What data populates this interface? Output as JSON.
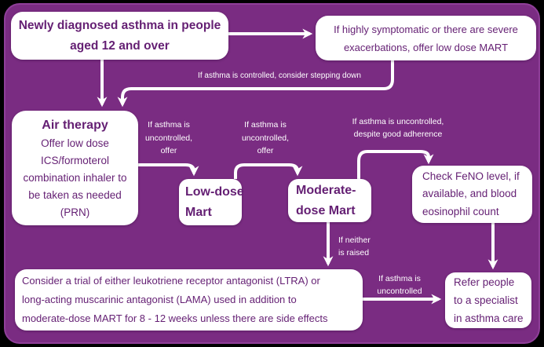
{
  "palette": {
    "page_background": "#000000",
    "canvas_purple": "#7A2C82",
    "canvas_rim": "#8F3F99",
    "box_background": "#FFFFFF",
    "box_text_purple": "#641F73",
    "connector_white": "#FFFFFF",
    "label_text_white": "#FFFFFF"
  },
  "nodes": {
    "newly_diagnosed": {
      "lines": [
        "Newly diagnosed  asthma in people",
        "aged 12 and over"
      ]
    },
    "highly_symptomatic": {
      "lines": [
        "If highly symptomatic or there are severe",
        "exacerbations, offer low dose MART"
      ]
    },
    "air_therapy": {
      "title": "Air therapy",
      "lines": [
        "Offer low dose",
        "ICS/formoterol",
        "combination inhaler to",
        "be taken as needed",
        "(PRN)"
      ]
    },
    "low_dose_mart": {
      "lines": [
        "Low-dose",
        "Mart"
      ]
    },
    "moderate_dose_mart": {
      "lines": [
        "Moderate-",
        "dose Mart"
      ]
    },
    "check_feno": {
      "lines": [
        "Check FeNO level, if",
        "available, and blood",
        "eosinophil count"
      ]
    },
    "consider_trial": {
      "lines": [
        "Consider a trial of either leukotriene receptor antagonist (LTRA) or",
        "long-acting muscarinic antagonist (LAMA) used in addition to",
        "moderate-dose MART for 8 - 12 weeks unless there are side effects"
      ]
    },
    "refer_specialist": {
      "lines": [
        "Refer people",
        "to a specialist",
        "in asthma care"
      ]
    }
  },
  "edge_labels": {
    "stepping_down": {
      "text": "If asthma is controlled, consider stepping down"
    },
    "uncontrolled_offer_1": {
      "lines": [
        "If asthma is",
        "uncontrolled,",
        "offer"
      ]
    },
    "uncontrolled_offer_2": {
      "lines": [
        "If asthma is",
        "uncontrolled,",
        "offer"
      ]
    },
    "uncontrolled_adherence": {
      "lines": [
        "If asthma is uncontrolled,",
        "despite good adherence"
      ]
    },
    "neither_raised": {
      "lines": [
        "If neither",
        "is raised"
      ]
    },
    "uncontrolled_refer": {
      "lines": [
        "If asthma is",
        "uncontrolled"
      ]
    }
  }
}
